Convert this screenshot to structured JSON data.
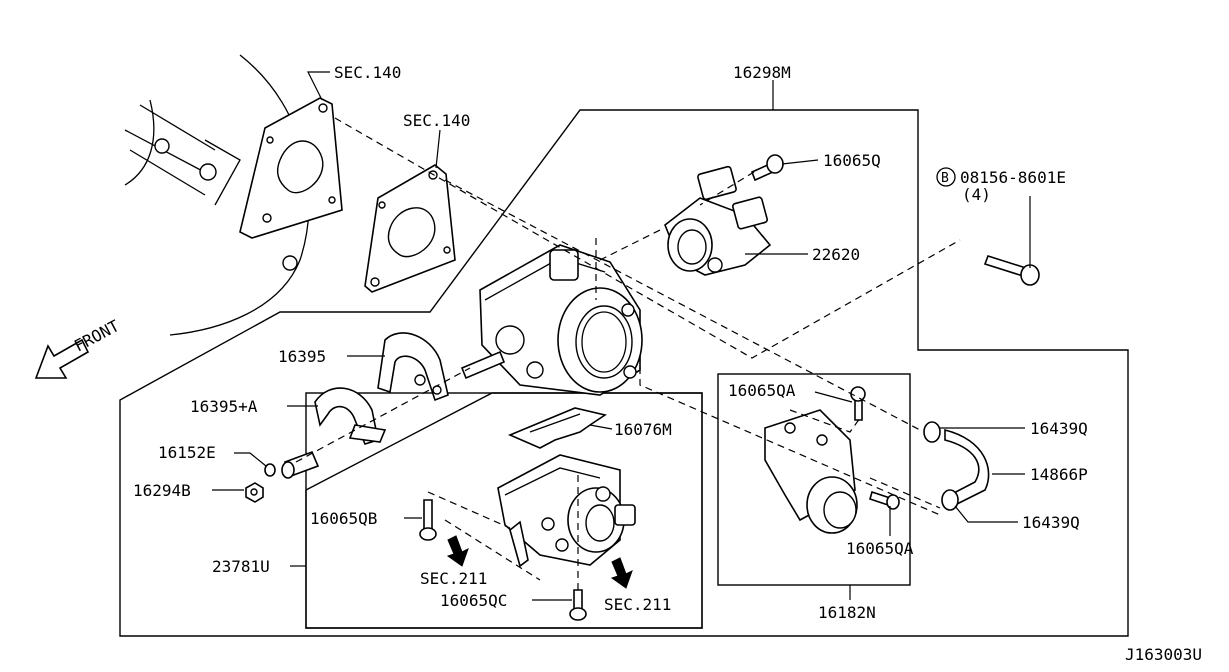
{
  "labels": {
    "sec140_a": "SEC.140",
    "sec140_b": "SEC.140",
    "p16298M": "16298M",
    "p16065Q": "16065Q",
    "bolt_ref": "08156-8601E",
    "bolt_qty": "(4)",
    "bolt_mark": "B",
    "p22620": "22620",
    "front": "FRONT",
    "p16395": "16395",
    "p16395A": "16395+A",
    "p16152E": "16152E",
    "p16294B": "16294B",
    "p16076M": "16076M",
    "p16065QB": "16065QB",
    "p23781U": "23781U",
    "sec211_a": "SEC.211",
    "sec211_b": "SEC.211",
    "p16065QC": "16065QC",
    "p16065QA_a": "16065QA",
    "p16065QA_b": "16065QA",
    "p16439Q_a": "16439Q",
    "p16439Q_b": "16439Q",
    "p14866P": "14866P",
    "p16182N": "16182N",
    "diagram_id": "J163003U"
  }
}
